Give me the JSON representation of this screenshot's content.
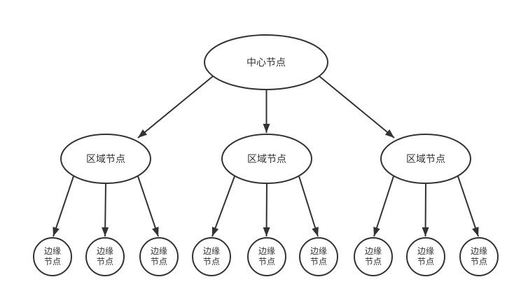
{
  "diagram": {
    "background": "#ffffff",
    "stroke_color": "#333333",
    "text_color": "#333333",
    "node_fill": "#ffffff",
    "center_node": {
      "label": "中心节点"
    },
    "region_nodes": [
      {
        "label": "区域节点"
      },
      {
        "label": "区域节点"
      },
      {
        "label": "区域节点"
      }
    ],
    "edge_nodes": [
      {
        "label": "边缘节点"
      },
      {
        "label": "边缘节点"
      },
      {
        "label": "边缘节点"
      },
      {
        "label": "边缘节点"
      },
      {
        "label": "边缘节点"
      },
      {
        "label": "边缘节点"
      },
      {
        "label": "边缘节点"
      },
      {
        "label": "边缘节点"
      },
      {
        "label": "边缘节点"
      }
    ]
  }
}
